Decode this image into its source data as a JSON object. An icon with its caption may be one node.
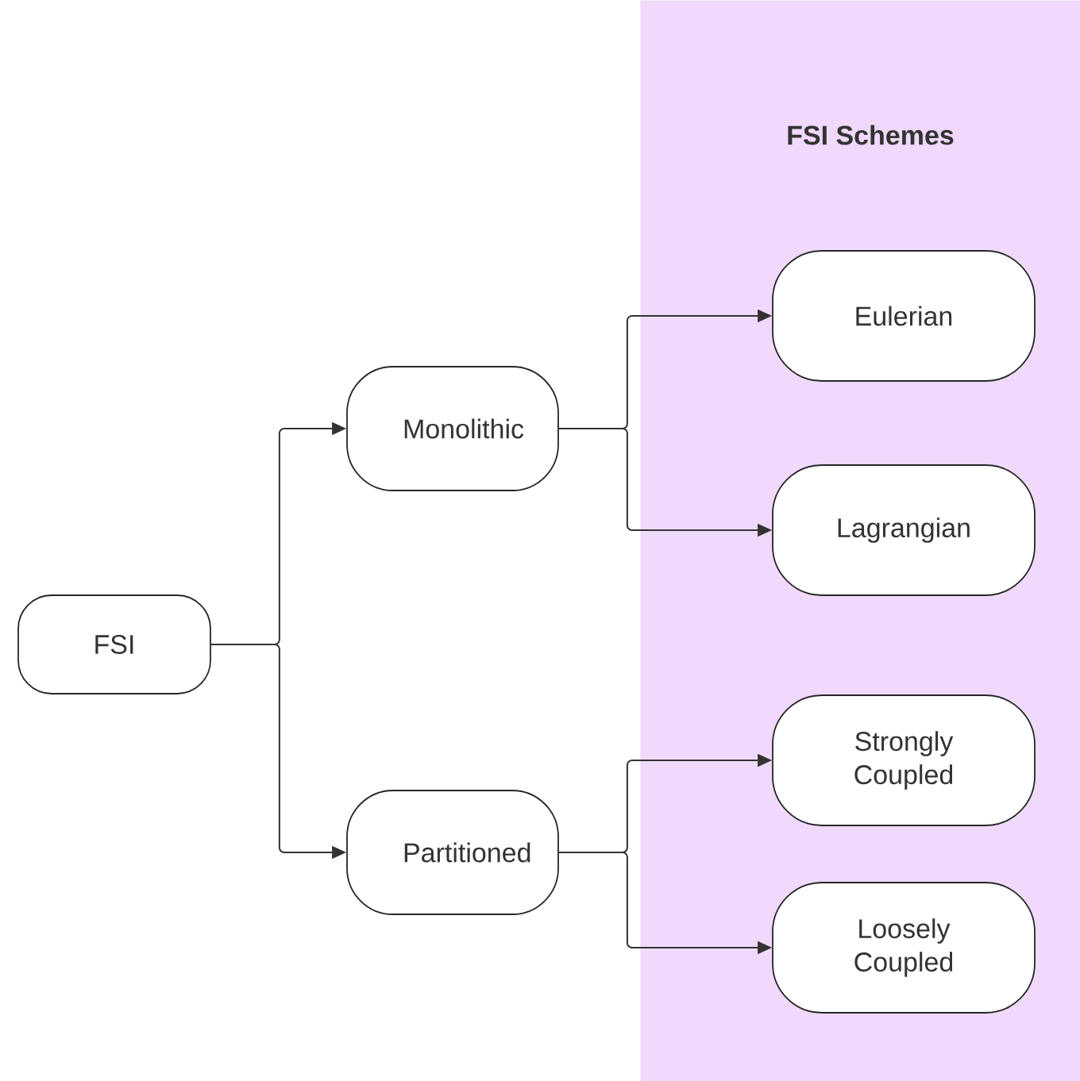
{
  "diagram": {
    "nodes": [
      {
        "text": [
          "FSI"
        ]
      },
      {
        "text": [
          "Monolithic"
        ]
      },
      {
        "text": [
          "Partitioned"
        ]
      },
      {
        "text": [
          "FSI Schemes"
        ]
      },
      {
        "text": [
          "Eulerian"
        ],
        "in": 3
      },
      {
        "text": [
          "Lagrangian"
        ],
        "in": 3
      },
      {
        "text": [
          "Strongly Coupled"
        ],
        "in": 3
      },
      {
        "text": [
          "Loosely Coupled"
        ],
        "in": 3
      }
    ],
    "edges": [
      {
        "from": 0,
        "to": 1,
        "arrow": "to"
      },
      {
        "from": 0,
        "to": 2,
        "arrow": "to"
      },
      {
        "from": 1,
        "to": 4,
        "arrow": "to"
      },
      {
        "from": 1,
        "to": 5,
        "arrow": "to"
      },
      {
        "from": 2,
        "to": 6,
        "arrow": "to"
      },
      {
        "from": 2,
        "to": 7,
        "arrow": "to"
      }
    ]
  }
}
